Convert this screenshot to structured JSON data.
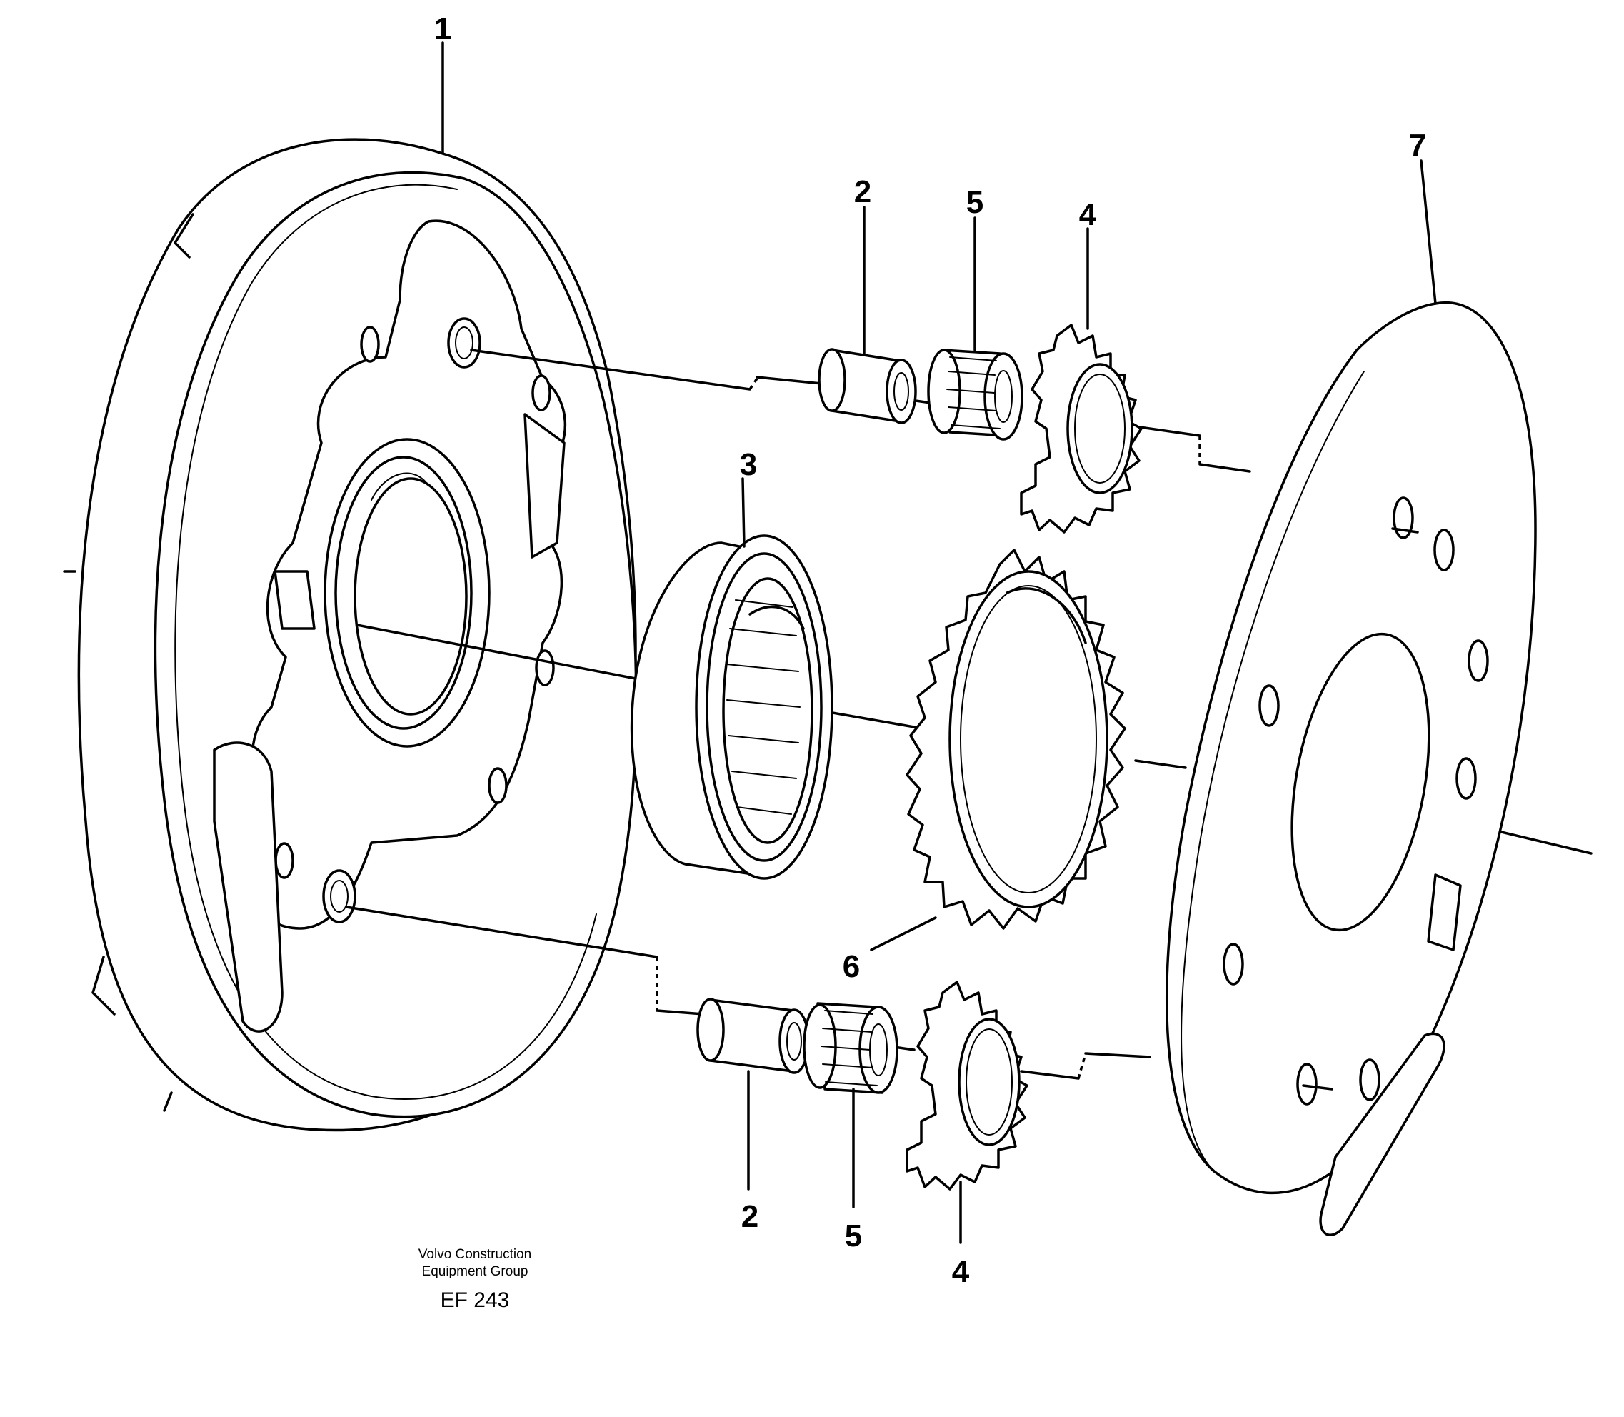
{
  "callouts": {
    "housing": "1",
    "bushing_upper": "2",
    "bushing_lower": "2",
    "bearing": "3",
    "gear_upper": "4",
    "gear_lower": "4",
    "needle_upper": "5",
    "needle_lower": "5",
    "ring_gear": "6",
    "cover_plate": "7"
  },
  "credit": {
    "line1": "Volvo Construction",
    "line2": "Equipment Group",
    "code": "EF 243"
  }
}
